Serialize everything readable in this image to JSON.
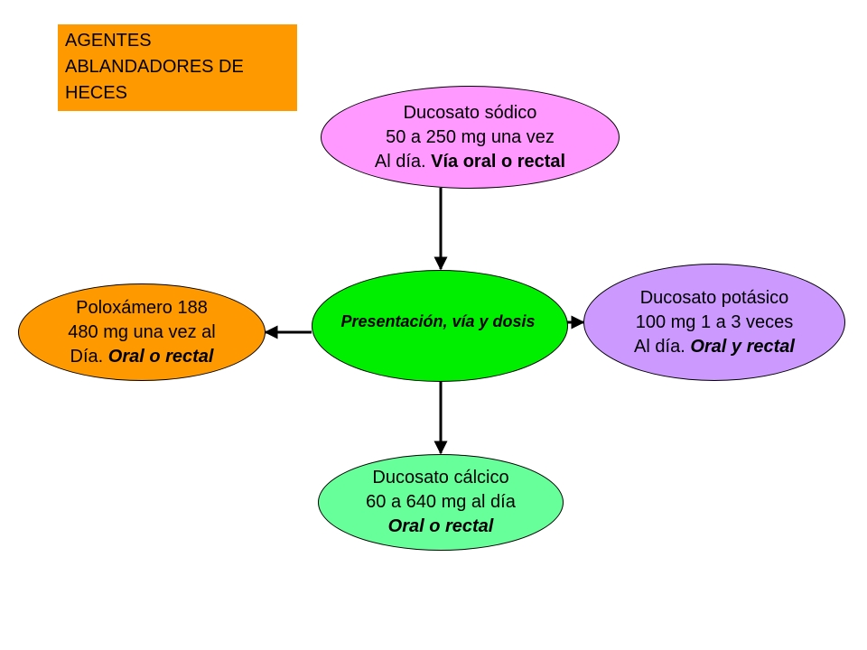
{
  "title": {
    "lines": [
      "AGENTES",
      "ABLANDADORES DE",
      "HECES"
    ]
  },
  "center": {
    "label": "Presentación, vía y dosis"
  },
  "top_node": {
    "line1": "Ducosato sódico",
    "line2": "50 a 250 mg una vez",
    "line3_plain": "Al día. ",
    "line3_bold": "Vía oral o rectal"
  },
  "right_node": {
    "line1": "Ducosato potásico",
    "line2": "100 mg 1 a 3 veces",
    "line3_plain": "Al día. ",
    "line3_bold": "Oral y rectal"
  },
  "left_node": {
    "line1": "Poloxámero 188",
    "line2": "480 mg una vez al",
    "line3_plain": "Día. ",
    "line3_bold": "Oral o rectal"
  },
  "bottom_node": {
    "line1": "Ducosato cálcico",
    "line2": "60 a 640 mg al día",
    "line3_bold": "Oral o rectal"
  },
  "colors": {
    "title_bg": "#ff9900",
    "top_fill": "#ff99ff",
    "center_fill": "#00ee00",
    "right_fill": "#cc99ff",
    "left_fill": "#ff9900",
    "bottom_fill": "#66ff99"
  }
}
